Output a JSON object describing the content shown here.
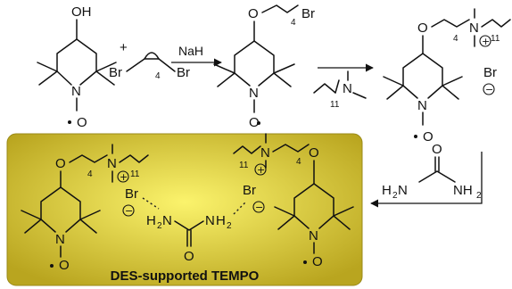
{
  "scheme": {
    "banner_label": "DES-supported TEMPO",
    "banner_gradient": {
      "outer": "#b9a51f",
      "inner": "#fbf36c",
      "border": "#9a8a18"
    },
    "atoms": {
      "oh": "OH",
      "o": "O",
      "n": "N",
      "br": "Br",
      "plus": "+",
      "nh2": "NH",
      "h2n": "H",
      "h": "H",
      "two": "2",
      "n_letter": "N"
    },
    "subscripts": {
      "four": "4",
      "eleven": "11"
    },
    "reagents": {
      "nah": "NaH"
    },
    "charges": {
      "plus": "+",
      "minus": "−"
    }
  }
}
